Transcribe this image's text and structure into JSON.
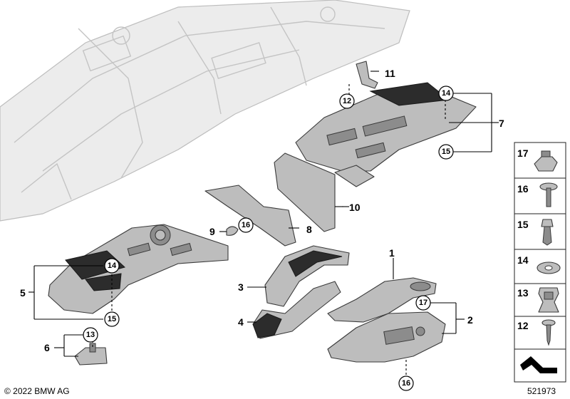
{
  "callouts": {
    "p1": "1",
    "p2": "2",
    "p3": "3",
    "p4": "4",
    "p5": "5",
    "p6": "6",
    "p7": "7",
    "p8": "8",
    "p9": "9",
    "p10": "10",
    "p11": "11"
  },
  "circled": {
    "c12": "12",
    "c13": "13",
    "c14_top": "14",
    "c14_left": "14",
    "c15_top": "15",
    "c15_left": "15",
    "c16_mid": "16",
    "c16_bottom": "16",
    "c17": "17"
  },
  "legend": [
    {
      "number": "17",
      "icon": "clip-nut-icon"
    },
    {
      "number": "16",
      "icon": "washer-screw-icon"
    },
    {
      "number": "15",
      "icon": "expanding-rivet-icon"
    },
    {
      "number": "14",
      "icon": "washer-icon"
    },
    {
      "number": "13",
      "icon": "spring-clip-icon"
    },
    {
      "number": "12",
      "icon": "tapping-screw-icon"
    },
    {
      "number": "",
      "icon": "zigzag-arrow-icon"
    }
  ],
  "footer": {
    "copyright": "© 2022 BMW AG",
    "diagram_id": "521973"
  }
}
